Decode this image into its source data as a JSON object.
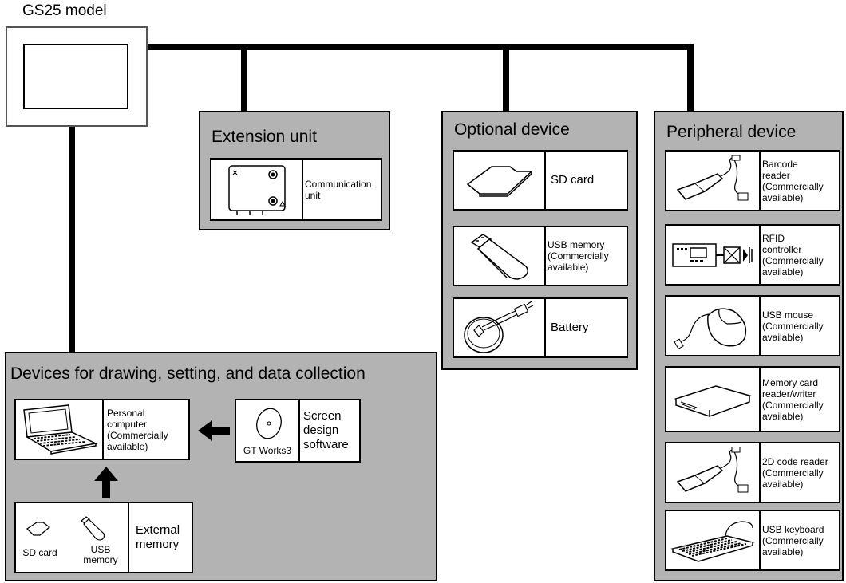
{
  "model_title": "GS25 model",
  "extension": {
    "title": "Extension unit",
    "items": [
      {
        "label": "Communication\nunit",
        "icon": "communication-unit-icon"
      }
    ]
  },
  "optional": {
    "title": "Optional device",
    "items": [
      {
        "label": "SD card",
        "icon": "sd-card-icon"
      },
      {
        "label": "USB memory\n(Commercially\navailable)",
        "icon": "usb-memory-icon"
      },
      {
        "label": "Battery",
        "icon": "battery-icon"
      }
    ]
  },
  "peripheral": {
    "title": "Peripheral device",
    "items": [
      {
        "label": "Barcode\nreader\n(Commercially\navailable)",
        "icon": "barcode-reader-icon"
      },
      {
        "label": "RFID\ncontroller\n(Commercially\navailable)",
        "icon": "rfid-controller-icon"
      },
      {
        "label": "USB mouse\n(Commercially\navailable)",
        "icon": "usb-mouse-icon"
      },
      {
        "label": "Memory card\nreader/writer\n(Commercially\navailable)",
        "icon": "memory-card-reader-icon"
      },
      {
        "label": "2D code reader\n(Commercially\navailable)",
        "icon": "2d-code-reader-icon"
      },
      {
        "label": "USB keyboard\n(Commercially\navailable)",
        "icon": "usb-keyboard-icon"
      }
    ]
  },
  "drawing": {
    "title": "Devices for drawing, setting, and data collection",
    "pc_label": "Personal\ncomputer\n(Commercially\navailable)",
    "software_label": "Screen\ndesign\nsoftware",
    "software_caption": "GT Works3",
    "memory_label": "External\nmemory",
    "sd_caption": "SD card",
    "usb_caption": "USB\nmemory"
  }
}
